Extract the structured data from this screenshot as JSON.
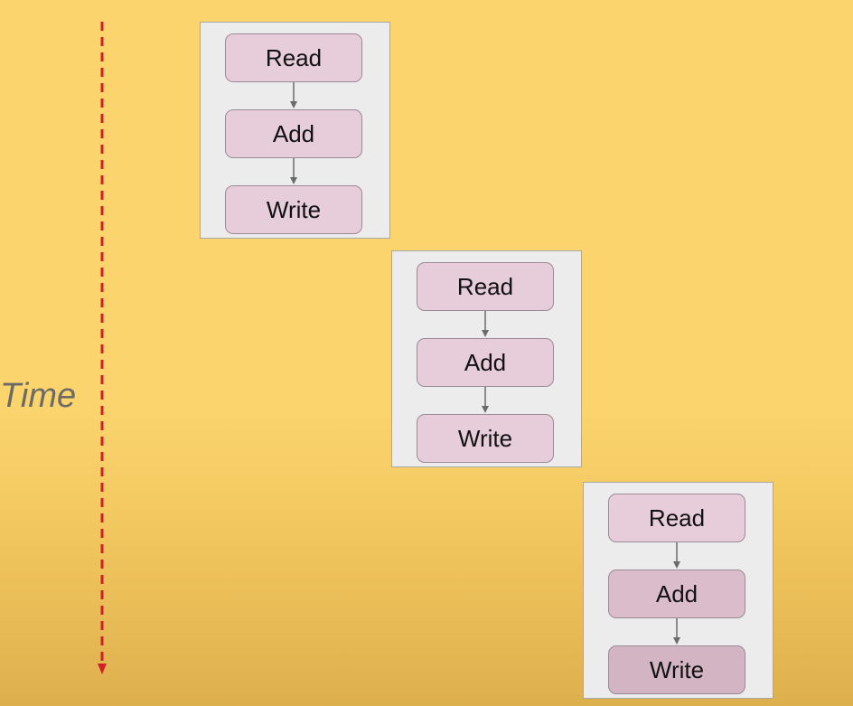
{
  "time_label": "Time",
  "colors": {
    "background": "#fbd46e",
    "time_arrow": "#d2202a",
    "step_fill": "#e7ccd9",
    "transaction_box": "#ececec",
    "connector": "#6b6b6b"
  },
  "transactions": [
    {
      "steps": [
        "Read",
        "Add",
        "Write"
      ]
    },
    {
      "steps": [
        "Read",
        "Add",
        "Write"
      ]
    },
    {
      "steps": [
        "Read",
        "Add",
        "Write"
      ]
    }
  ]
}
